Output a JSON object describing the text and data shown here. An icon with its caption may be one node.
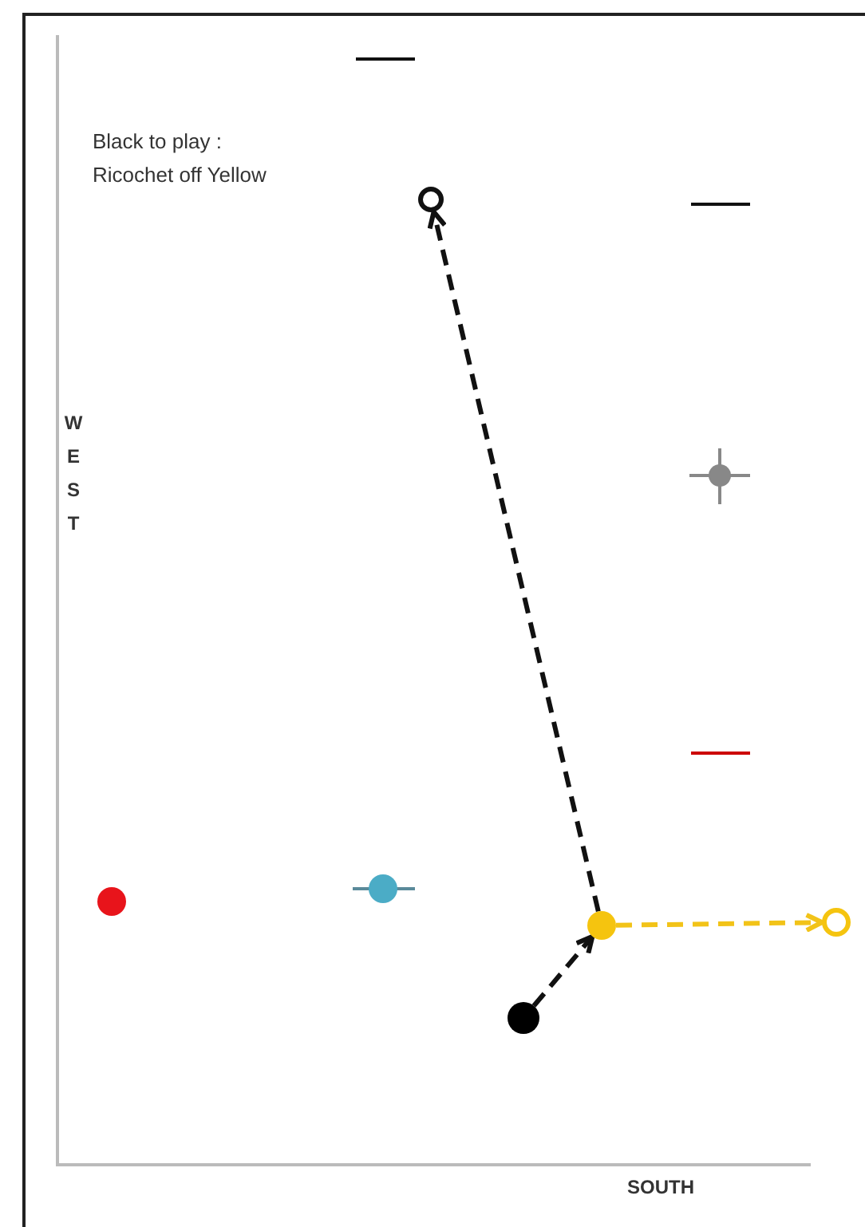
{
  "diagram": {
    "nodes": [
      {
        "text": [],
        "shape": "circle"
      },
      {
        "text": [],
        "shape": "circle"
      },
      {
        "text": [],
        "shape": "circle"
      },
      {
        "text": [],
        "shape": "circle"
      },
      {
        "text": [],
        "shape": "circle"
      },
      {
        "text": [],
        "shape": "circle"
      }
    ],
    "edges": [
      {
        "from": 5,
        "to": 3,
        "arrow": "to",
        "style": "dashed"
      },
      {
        "from": 3,
        "to": 0,
        "arrow": "to",
        "style": "dashed"
      },
      {
        "from": 3,
        "to": 4,
        "arrow": "to",
        "style": "dashed",
        "color": "#f2c318"
      }
    ],
    "labels": [
      "Black to play : Ricochet off Yellow",
      "WEST",
      "SOUTH"
    ]
  }
}
